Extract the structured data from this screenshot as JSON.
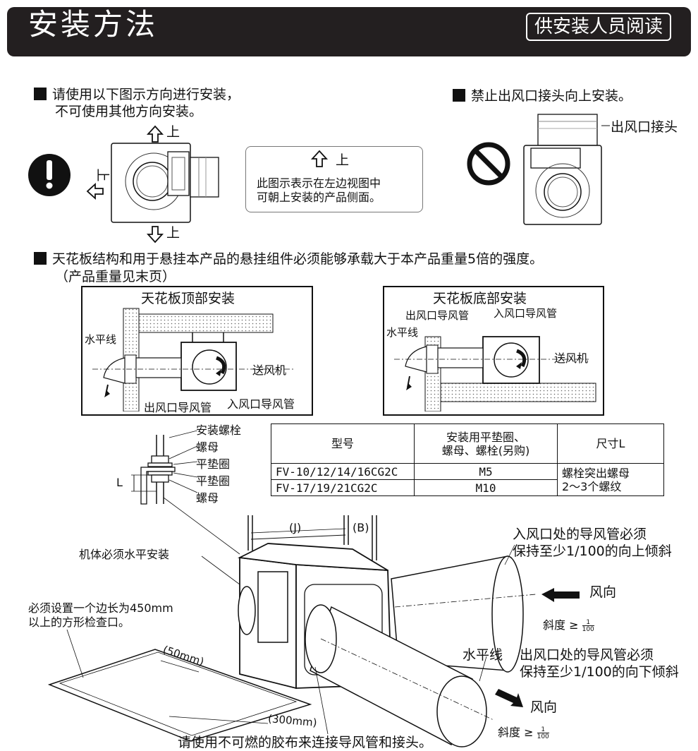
{
  "header": {
    "title": "安装方法",
    "badge": "供安装人员阅读"
  },
  "orientation": {
    "heading_line1": "请使用以下图示方向进行安装，",
    "heading_line2": "不可使用其他方向安装。",
    "up_label": "上",
    "note_up": "上",
    "note_line1": "此图示表示在左边视图中",
    "note_line2": "可朝上安装的产品侧面。"
  },
  "prohibited": {
    "heading": "禁止出风口接头向上安装。",
    "outlet_label": "出风口接头"
  },
  "strength": {
    "heading": "天花板结构和用于悬挂本产品的悬挂组件必须能够承载大于本产品重量5倍的强度。",
    "note": "（产品重量见末页）"
  },
  "top_mount": {
    "title": "天花板顶部安装",
    "horizontal": "水平线",
    "fan": "送风机",
    "outlet_duct": "出风口导风管",
    "inlet_duct": "入风口导风管"
  },
  "bottom_mount": {
    "title": "天花板底部安装",
    "outlet_duct": "出风口导风管",
    "inlet_duct": "入风口导风管",
    "horizontal": "水平线",
    "fan": "送风机"
  },
  "bolt": {
    "labels": [
      "安装螺栓",
      "螺母",
      "平垫圈",
      "平垫圈",
      "螺母"
    ],
    "dim": "L"
  },
  "spec_table": {
    "headers": [
      "型号",
      "安装用平垫圈、螺母、螺栓(另购)",
      "尺寸L"
    ],
    "header_mid_line1": "安装用平垫圈、",
    "header_mid_line2": "螺母、螺栓(另购)",
    "rows": [
      {
        "model": "FV-10/12/14/16CG2C",
        "size": "M5"
      },
      {
        "model": "FV-17/19/21CG2C",
        "size": "M10"
      }
    ],
    "l_line1": "螺栓突出螺母",
    "l_line2": "2～3个螺纹"
  },
  "main_diagram": {
    "j": "(J)",
    "b": "(B)",
    "level": "机体必须水平安装",
    "inlet_line1": "入风口处的导风管必须",
    "inlet_line2": "保持至少1/100的向上倾斜",
    "wind": "风向",
    "slope": "斜度 ≥",
    "slope_num": "1",
    "slope_den": "100",
    "access_line1": "必须设置一个边长为450mm",
    "access_line2": "以上的方形检查口。",
    "dim_50": "(50mm)",
    "dim_300": "(300mm)",
    "horizontal": "水平线",
    "outlet_line1": "出风口处的导风管必须",
    "outlet_line2": "保持至少1/100的向下倾斜",
    "tape": "请使用不可燃的胶布来连接导风管和接头。"
  }
}
